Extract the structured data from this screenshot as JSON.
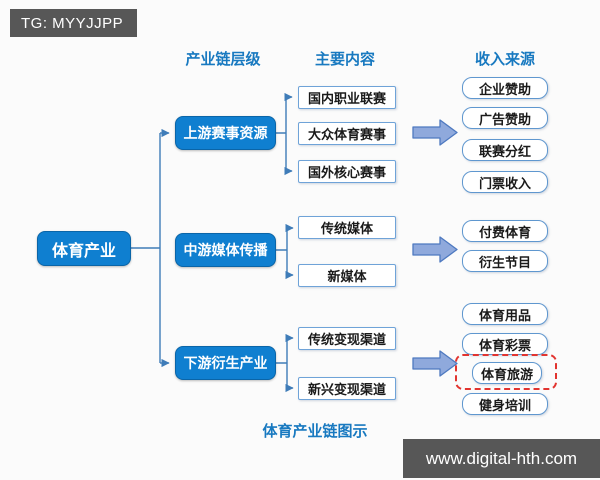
{
  "watermarks": {
    "top": "TG: MYYJJPP",
    "bottom": "www.digital-hth.com"
  },
  "column_headers": {
    "level": "产业链层级",
    "content": "主要内容",
    "income": "收入来源"
  },
  "root_node": {
    "label": "体育产业"
  },
  "caption": "体育产业链图示",
  "groups": [
    {
      "level": "上游赛事资源",
      "contents": [
        "国内职业联赛",
        "大众体育赛事",
        "国外核心赛事"
      ],
      "incomes": [
        "企业赞助",
        "广告赞助",
        "联赛分红",
        "门票收入"
      ]
    },
    {
      "level": "中游媒体传播",
      "contents": [
        "传统媒体",
        "新媒体"
      ],
      "incomes": [
        "付费体育",
        "衍生节目"
      ]
    },
    {
      "level": "下游衍生产业",
      "contents": [
        "传统变现渠道",
        "新兴变现渠道"
      ],
      "incomes": [
        "体育用品",
        "体育彩票",
        "体育旅游",
        "健身培训"
      ],
      "highlighted_income": "体育旅游"
    }
  ],
  "colors": {
    "node_blue": "#0f7fd0",
    "header_text": "#1879c0",
    "arrow_fill": "#8fa9dc",
    "arrow_stroke": "#4e79c0",
    "connector": "#3f7cb8",
    "highlight_red": "#e2342f",
    "banner_bg": "#575757"
  }
}
